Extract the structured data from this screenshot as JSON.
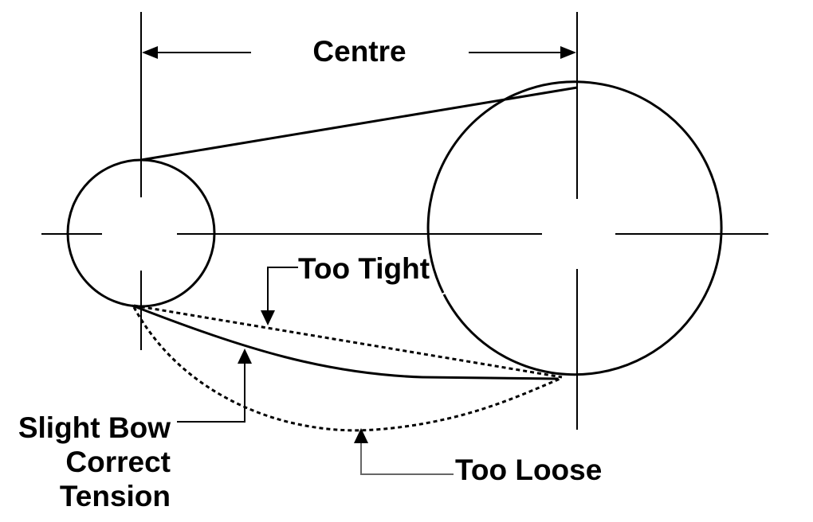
{
  "labels": {
    "centre": "Centre",
    "too_tight": "Too Tight",
    "slight_bow_line1": "Slight Bow",
    "correct_line2": "Correct",
    "tension_line3": "Tension",
    "too_loose": "Too Loose"
  },
  "colors": {
    "ink": "#000000",
    "leader_gray": "#666666",
    "background": "#ffffff"
  }
}
